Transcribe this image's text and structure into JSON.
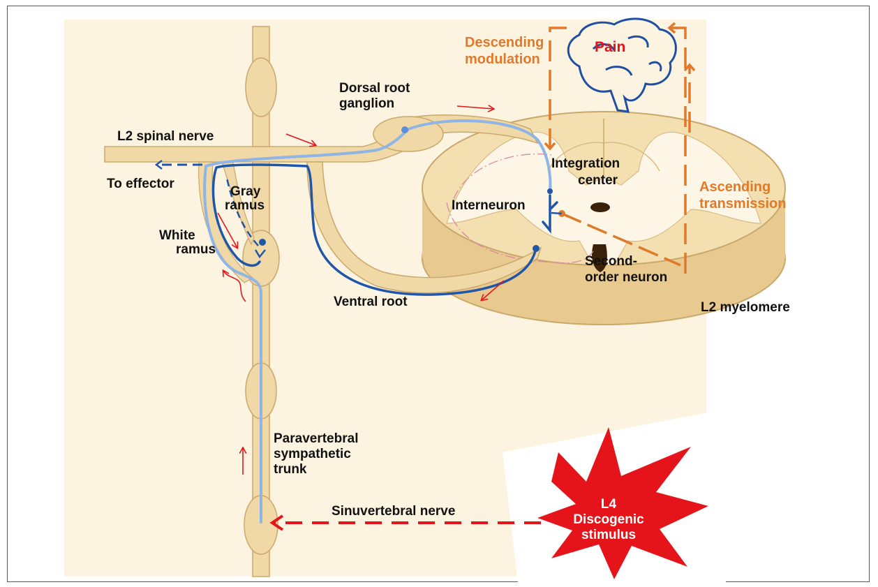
{
  "labels": {
    "l2_spinal_nerve": "L2 spinal nerve",
    "to_effector": "To effector",
    "gray": "Gray",
    "gray_ramus": "ramus",
    "white": "White",
    "white_ramus": "ramus",
    "dorsal_root_1": "Dorsal root",
    "dorsal_root_2": "ganglion",
    "ventral_root": "Ventral root",
    "integration_1": "Integration",
    "integration_2": "center",
    "interneuron": "Interneuron",
    "second_order_1": "Second-",
    "second_order_2": "order neuron",
    "myelomere": "L2 myelomere",
    "descending_1": "Descending",
    "descending_2": "modulation",
    "ascending_1": "Ascending",
    "ascending_2": "transmission",
    "pain": "Pain",
    "paravertebral_1": "Paravertebral",
    "paravertebral_2": "sympathetic",
    "paravertebral_3": "trunk",
    "sinuvertebral": "Sinuvertebral nerve",
    "stimulus_1": "L4",
    "stimulus_2": "Discogenic",
    "stimulus_3": "stimulus"
  },
  "colors": {
    "background_panel": "#fcf3e0",
    "nerve_tissue": "#f0d9a6",
    "nerve_outline": "#c9a86a",
    "afferent_fiber": "#8fb4e6",
    "efferent_fiber": "#1f56a8",
    "arrow_red": "#e5141a",
    "pathway_orange": "#e07a2a",
    "brain_blue": "#1f4fa3",
    "starburst_red": "#e5141a"
  }
}
